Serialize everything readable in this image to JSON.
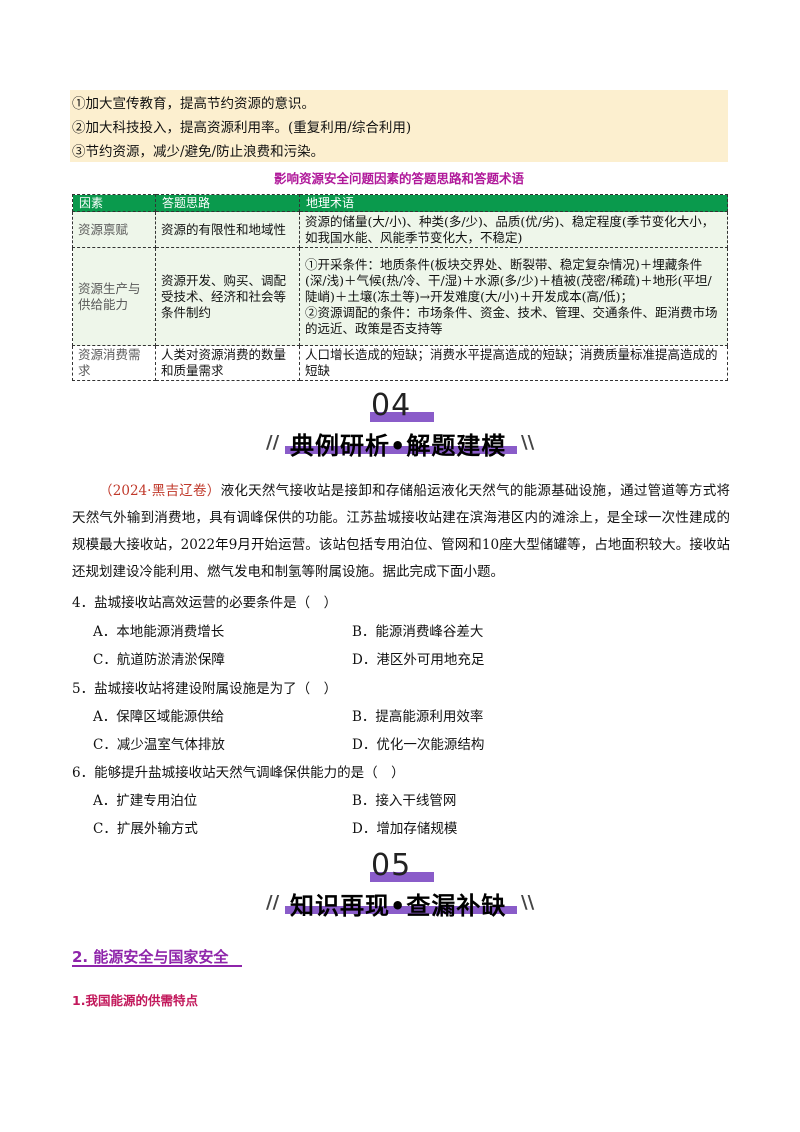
{
  "measures": [
    "①加大宣传教育，提高节约资源的意识。",
    "②加大科技投入，提高资源利用率。(重复利用/综合利用)",
    "③节约资源，减少/避免/防止浪费和污染。"
  ],
  "table": {
    "title": "影响资源安全问题因素的答题思路和答题术语",
    "headers": [
      "因素",
      "答题思路",
      "地理术语"
    ],
    "rows": [
      {
        "factor": "资源禀赋",
        "approach": "资源的有限性和地域性",
        "terms": [
          "资源的储量(大/小)、种类(多/少)、品质(优/劣)、稳定程度(季节变化大小，如我国水能、风能季节变化大，不稳定)"
        ]
      },
      {
        "factor": "资源生产与供给能力",
        "approach": "资源开发、购买、调配受技术、经济和社会等条件制约",
        "terms": [
          "①开采条件：地质条件(板块交界处、断裂带、稳定复杂情况)＋埋藏条件(深/浅)＋气候(热/冷、干/湿)＋水源(多/少)＋植被(茂密/稀疏)＋地形(平坦/陡峭)＋土壤(冻土等)→开发难度(大/小)＋开发成本(高/低)；",
          "②资源调配的条件：市场条件、资金、技术、管理、交通条件、距消费市场的远近、政策是否支持等"
        ]
      },
      {
        "factor": "资源消费需求",
        "approach": "人类对资源消费的数量和质量需求",
        "terms": [
          "人口增长造成的短缺；消费水平提高造成的短缺；消费质量标准提高造成的短缺"
        ]
      }
    ]
  },
  "section04": {
    "number": "04",
    "title": "典例研析•解题建模",
    "left_mark": "//",
    "right_mark": "\\\\"
  },
  "passage": {
    "source": "（2024·黑吉辽卷）",
    "text": "液化天然气接收站是接卸和存储船运液化天然气的能源基础设施，通过管道等方式将天然气外输到消费地，具有调峰保供的功能。江苏盐城接收站建在滨海港区内的滩涂上，是全球一次性建成的规模最大接收站，2022年9月开始运营。该站包括专用泊位、管网和10座大型储罐等，占地面积较大。接收站还规划建设冷能利用、燃气发电和制氢等附属设施。据此完成下面小题。"
  },
  "questions": [
    {
      "stem": "4．盐城接收站高效运营的必要条件是（　）",
      "options": [
        "A．本地能源消费增长",
        "B．能源消费峰谷差大",
        "C．航道防淤清淤保障",
        "D．港区外可用地充足"
      ]
    },
    {
      "stem": "5．盐城接收站将建设附属设施是为了（　）",
      "options": [
        "A．保障区域能源供给",
        "B．提高能源利用效率",
        "C．减少温室气体排放",
        "D．优化一次能源结构"
      ]
    },
    {
      "stem": "6．能够提升盐城接收站天然气调峰保供能力的是（　）",
      "options": [
        "A．扩建专用泊位",
        "B．接入干线管网",
        "C．扩展外输方式",
        "D．增加存储规模"
      ]
    }
  ],
  "section05": {
    "number": "05",
    "title": "知识再现•查漏补缺",
    "left_mark": "//",
    "right_mark": "\\\\"
  },
  "knowledge": {
    "heading": "2. 能源安全与国家安全",
    "subheading": "1.我国能源的供需特点"
  }
}
